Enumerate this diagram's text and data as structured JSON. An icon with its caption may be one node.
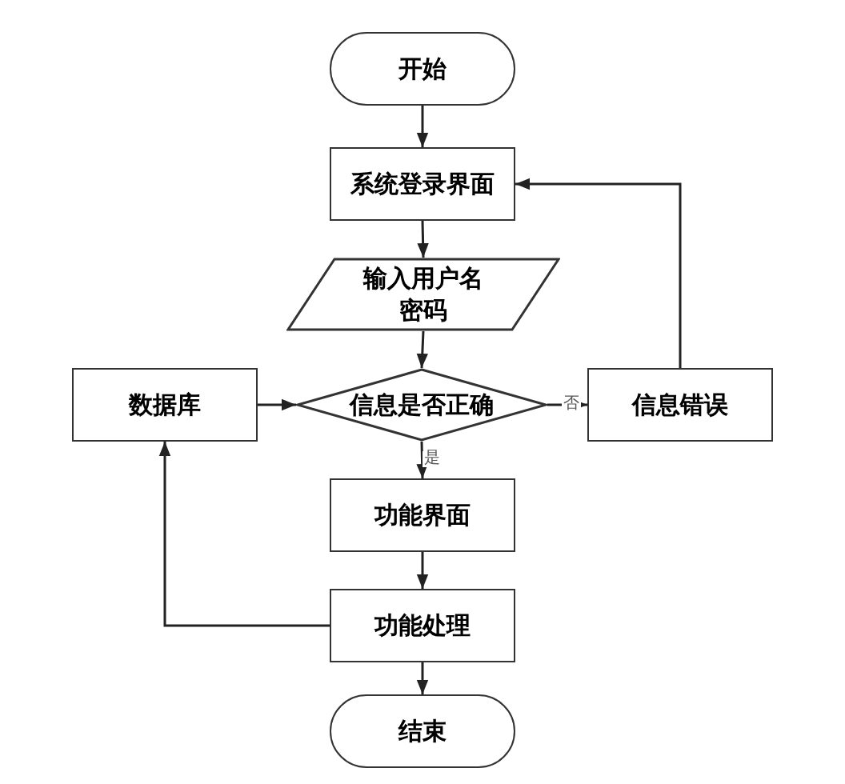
{
  "diagram": {
    "nodes": [
      {
        "text": [
          "开始"
        ]
      },
      {
        "text": [
          "系统登录界面"
        ]
      },
      {
        "text": [
          "输入用户名密码"
        ]
      },
      {
        "text": [
          "数据库"
        ]
      },
      {
        "text": [
          "信息是否正确"
        ]
      },
      {
        "text": [
          "信息错误"
        ]
      },
      {
        "text": [
          "功能界面"
        ]
      },
      {
        "text": [
          "功能处理"
        ]
      },
      {
        "text": [
          "结束"
        ]
      }
    ],
    "edges": [
      {
        "from": 0,
        "to": 1,
        "arrow": "to"
      },
      {
        "from": 1,
        "to": 2,
        "arrow": "to"
      },
      {
        "from": 2,
        "to": 4,
        "arrow": "to"
      },
      {
        "from": 3,
        "to": 4,
        "arrow": "to"
      },
      {
        "from": 4,
        "to": 5,
        "arrow": "to",
        "label": "否"
      },
      {
        "from": 5,
        "to": 1,
        "arrow": "to"
      },
      {
        "from": 4,
        "to": 6,
        "arrow": "to",
        "label": "是"
      },
      {
        "from": 6,
        "to": 7,
        "arrow": "to"
      },
      {
        "from": 7,
        "to": 3,
        "arrow": "to"
      },
      {
        "from": 7,
        "to": 8,
        "arrow": "to"
      }
    ]
  }
}
